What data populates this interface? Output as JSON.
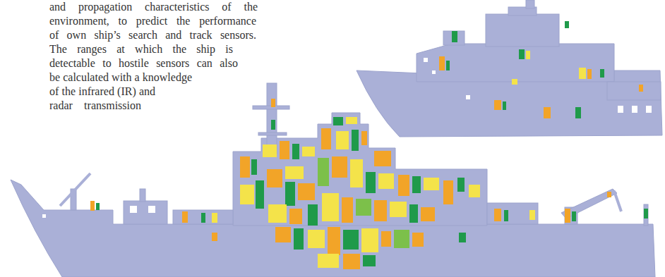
{
  "diagram": {
    "labels": [
      "and propagation characteristics of the",
      "environment, to predict the performance",
      "of own ship’s search and track sensors.",
      "The ranges at which the ship is",
      "detectable to hostile sensors can also",
      "be calculated with a knowledge",
      "of the infrared (IR) and",
      "radar transmission"
    ]
  }
}
